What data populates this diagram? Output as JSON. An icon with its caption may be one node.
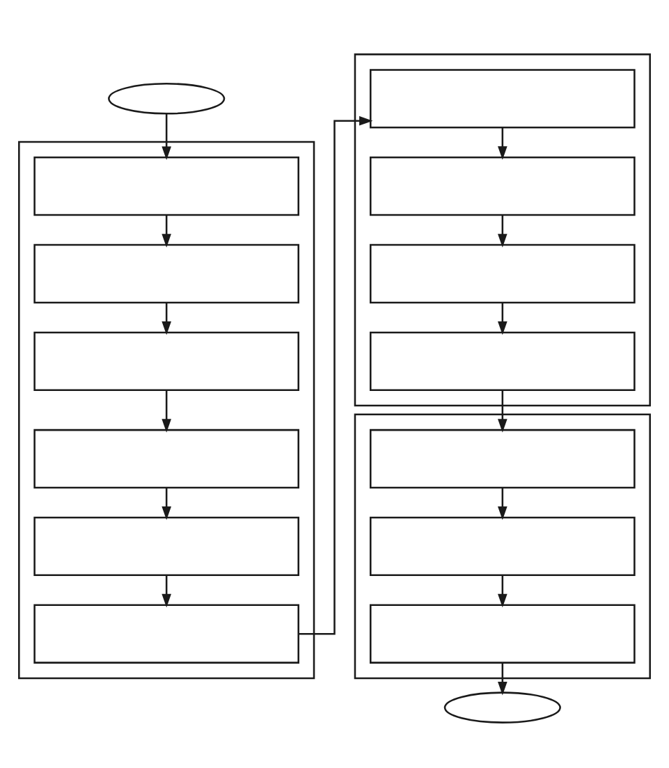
{
  "diagram": {
    "nodes": [
      {
        "text": [],
        "shape": "ellipse"
      },
      {
        "text": [],
        "shape": "bracket"
      },
      {
        "text": [],
        "shape": "box",
        "in": 1
      },
      {
        "text": [],
        "shape": "box",
        "in": 1
      },
      {
        "text": [],
        "shape": "box",
        "in": 1
      },
      {
        "text": [],
        "shape": "box",
        "in": 1
      },
      {
        "text": [],
        "shape": "box",
        "in": 1
      },
      {
        "text": [],
        "shape": "box",
        "in": 1
      },
      {
        "text": [],
        "shape": "bracket"
      },
      {
        "text": [],
        "shape": "box",
        "in": 8
      },
      {
        "text": [],
        "shape": "box",
        "in": 8
      },
      {
        "text": [],
        "shape": "box",
        "in": 8
      },
      {
        "text": [],
        "shape": "box",
        "in": 8
      },
      {
        "text": [],
        "shape": "bracket"
      },
      {
        "text": [],
        "shape": "box",
        "in": 13
      },
      {
        "text": [],
        "shape": "box",
        "in": 13
      },
      {
        "text": [],
        "shape": "box",
        "in": 13
      },
      {
        "text": [],
        "shape": "ellipse"
      }
    ],
    "edges": [
      {
        "from": 0,
        "to": 2,
        "arrow": "to"
      },
      {
        "from": 2,
        "to": 3,
        "arrow": "to"
      },
      {
        "from": 3,
        "to": 4,
        "arrow": "to"
      },
      {
        "from": 4,
        "to": 5,
        "arrow": "to"
      },
      {
        "from": 5,
        "to": 6,
        "arrow": "to"
      },
      {
        "from": 6,
        "to": 7,
        "arrow": "to"
      },
      {
        "from": 7,
        "to": 9,
        "arrow": "to"
      },
      {
        "from": 9,
        "to": 10,
        "arrow": "to"
      },
      {
        "from": 10,
        "to": 11,
        "arrow": "to"
      },
      {
        "from": 11,
        "to": 12,
        "arrow": "to"
      },
      {
        "from": 12,
        "to": 14,
        "arrow": "to"
      },
      {
        "from": 14,
        "to": 15,
        "arrow": "to"
      },
      {
        "from": 15,
        "to": 16,
        "arrow": "to"
      },
      {
        "from": 16,
        "to": 17,
        "arrow": "to"
      }
    ]
  }
}
